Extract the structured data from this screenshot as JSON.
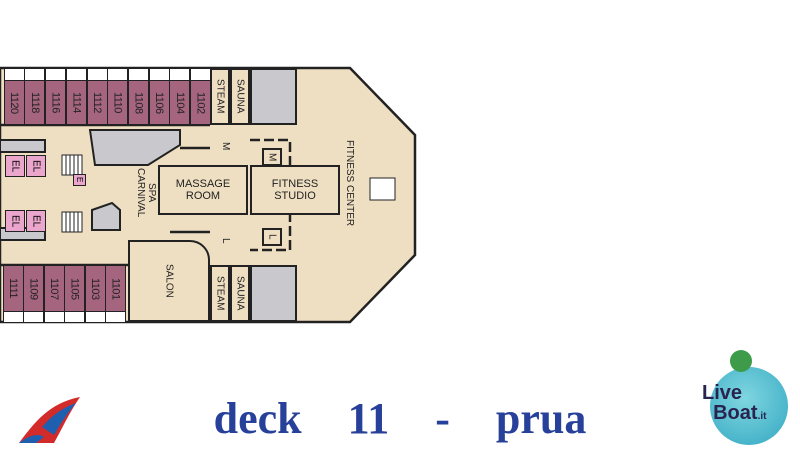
{
  "deck_title": "deck  11  -  prua",
  "top_cabins": [
    "1102",
    "1104",
    "1106",
    "1108",
    "1110",
    "1112",
    "1114",
    "1116",
    "1118",
    "1120"
  ],
  "bottom_cabins": [
    "1101",
    "1103",
    "1105",
    "1107",
    "1109",
    "1111"
  ],
  "rooms": {
    "steam": "STEAM",
    "sauna": "SAUNA",
    "spa": "SPA CARNIVAL",
    "massage": "MASSAGE ROOM",
    "fitness_studio": "FITNESS STUDIO",
    "fitness_center": "FITNESS CENTER",
    "salon": "SALON",
    "m": "M",
    "l": "L",
    "el": "EL",
    "e": "E"
  },
  "logo_text": "LiveBoat.it",
  "colors": {
    "cabin": "#a5657f",
    "floor": "#efdfc2",
    "title": "#27409a"
  }
}
